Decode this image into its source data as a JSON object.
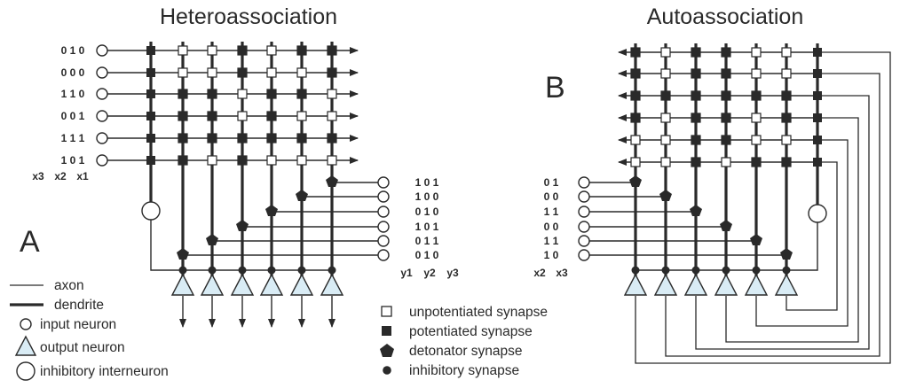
{
  "titles": {
    "hetero": "Heteroassociation",
    "auto": "Autoassociation"
  },
  "panel_labels": {
    "a": "A",
    "b": "B"
  },
  "hetero": {
    "input_patterns": [
      "0 1 0",
      "0 0 0",
      "1 1 0",
      "0 0 1",
      "1 1 1",
      "1 0 1"
    ],
    "input_axis": [
      "x3",
      "x2",
      "x1"
    ],
    "output_patterns": [
      "1 0 1",
      "1 0 0",
      "0 1 0",
      "1 0 1",
      "0 1 1",
      "0 1 0"
    ],
    "output_axis": [
      "y1",
      "y2",
      "y3"
    ]
  },
  "auto": {
    "input_patterns": [
      "0 1",
      "0 0",
      "1 1",
      "0 0",
      "1 1",
      "1 0"
    ],
    "input_axis": [
      "x2",
      "x3"
    ]
  },
  "legend_left": [
    {
      "icon": "axon-line-icon",
      "label": "axon"
    },
    {
      "icon": "dendrite-line-icon",
      "label": "dendrite"
    },
    {
      "icon": "input-neuron-circle-icon",
      "label": "input neuron"
    },
    {
      "icon": "output-neuron-triangle-icon",
      "label": "output neuron"
    },
    {
      "icon": "inhibitory-interneuron-circle-icon",
      "label": "inhibitory interneuron"
    }
  ],
  "legend_right": [
    {
      "icon": "unpotentiated-synapse-square-icon",
      "label": "unpotentiated synapse"
    },
    {
      "icon": "potentiated-synapse-square-icon",
      "label": "potentiated synapse"
    },
    {
      "icon": "detonator-synapse-pentagon-icon",
      "label": "detonator synapse"
    },
    {
      "icon": "inhibitory-synapse-dot-icon",
      "label": "inhibitory synapse"
    }
  ],
  "colors": {
    "ink": "#2a2a2a",
    "neuron_fill": "#d9ecf5",
    "page": "#ffffff"
  }
}
